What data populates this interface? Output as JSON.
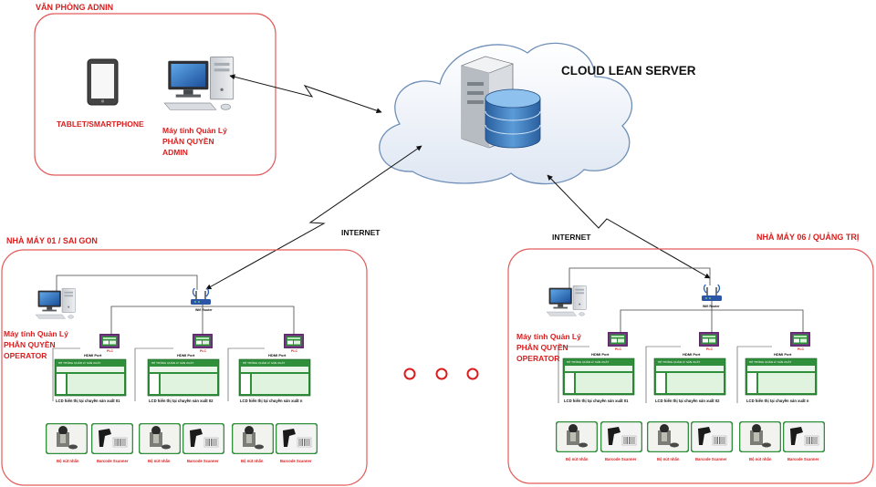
{
  "admin": {
    "title": "VĂN PHÒNG ADNIN",
    "tablet_label": "TABLET/SMARTPHONE",
    "pc_label_lines": [
      "Máy tính Quản Lý",
      "PHÂN QUYỀN",
      "ADMIN"
    ]
  },
  "cloud": {
    "label": "CLOUD LEAN SERVER"
  },
  "links": {
    "left": "INTERNET",
    "right": "INTERNET"
  },
  "factories": [
    {
      "title": "NHÀ MÁY 01 / SAI GON",
      "pc_label_lines": [
        "Máy tính Quản Lý",
        "PHÂN QUYỀN",
        "OPERATOR"
      ],
      "router_label": "Wifi Router",
      "lines": [
        {
          "hdmi": "HDMI Port",
          "plc": "PLC",
          "lcd_title": "HỆ THỐNG QUẢN LÝ SẢN XUẤT",
          "caption": "LCD hiển thị tại chuyền sản xuất 01",
          "button_label": "Bộ nút nhấn",
          "scanner_label": "Barcode Scanner"
        },
        {
          "hdmi": "HDMI Port",
          "plc": "PLC",
          "lcd_title": "HỆ THỐNG QUẢN LÝ SẢN XUẤT",
          "caption": "LCD hiển thị tại chuyền sản xuất 02",
          "button_label": "Bộ nút nhấn",
          "scanner_label": "Barcode Scanner"
        },
        {
          "hdmi": "HDMI Port",
          "plc": "PLC",
          "lcd_title": "HỆ THỐNG QUẢN LÝ SẢN XUẤT",
          "caption": "LCD hiển thị tại chuyền sản xuất n",
          "button_label": "Bộ nút nhấn",
          "scanner_label": "Barcode Scanner"
        }
      ]
    },
    {
      "title": "NHÀ MÁY 06 / QUẢNG TRỊ",
      "pc_label_lines": [
        "Máy tính Quản Lý",
        "PHÂN QUYỀN",
        "OPERATOR"
      ],
      "router_label": "Wifi Router",
      "lines": [
        {
          "hdmi": "HDMI Port",
          "plc": "PLC",
          "lcd_title": "HỆ THỐNG QUẢN LÝ SẢN XUẤT",
          "caption": "LCD hiển thị tại chuyền sản xuất 01",
          "button_label": "Bộ nút nhấn",
          "scanner_label": "Barcode Scanner"
        },
        {
          "hdmi": "HDMI Port",
          "plc": "PLC",
          "lcd_title": "HỆ THỐNG QUẢN LÝ SẢN XUẤT",
          "caption": "LCD hiển thị tại chuyền sản xuất 02",
          "button_label": "Bộ nút nhấn",
          "scanner_label": "Barcode Scanner"
        },
        {
          "hdmi": "HDMI Port",
          "plc": "PLC",
          "lcd_title": "HỆ THỐNG QUẢN LÝ SẢN XUẤT",
          "caption": "LCD hiển thị tại chuyền sản xuất n",
          "button_label": "Bộ nút nhấn",
          "scanner_label": "Barcode Scanner"
        }
      ]
    }
  ],
  "colors": {
    "accent_red": "#d81e1e",
    "box_border": "#e05a5a",
    "lcd_green": "#2f8f3a",
    "plc_purple": "#7a2a8a"
  }
}
